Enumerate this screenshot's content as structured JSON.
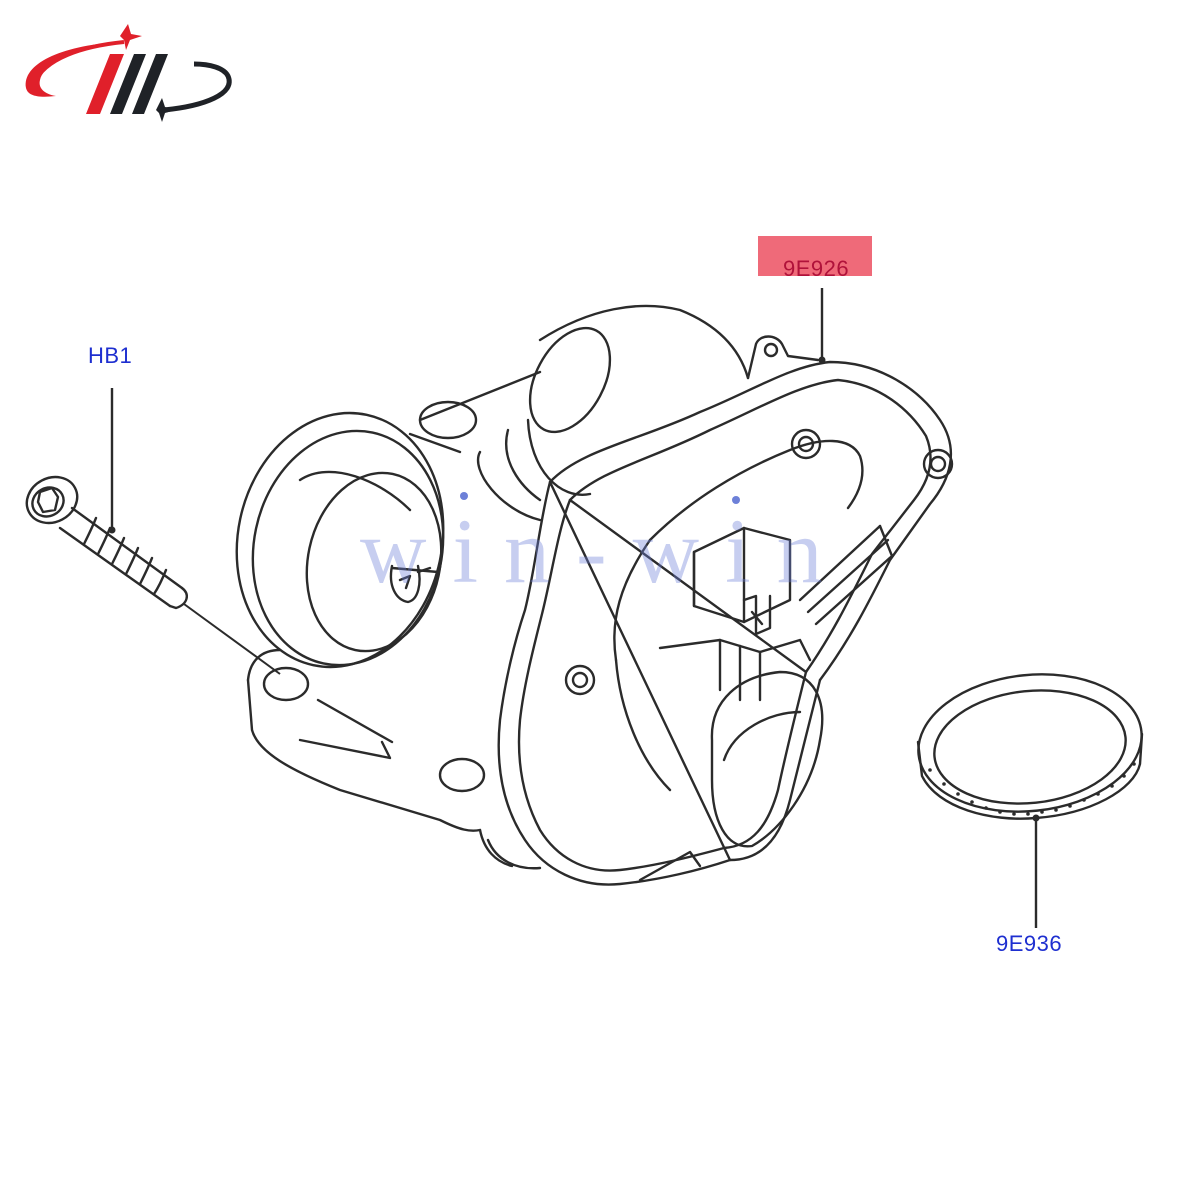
{
  "colors": {
    "brand_red": "#e0202a",
    "brand_dark": "#1f2227",
    "line": "#2b2b2b",
    "callout_text": "#1e2fd0",
    "highlight_fill": "#ef6a79",
    "highlight_text": "#b0123a",
    "watermark": "#6d80d8",
    "background": "#ffffff"
  },
  "logo": {
    "icon": "brand-logo-icon"
  },
  "callouts": {
    "hb1": "HB1",
    "part_9e926": "9E926",
    "part_9e936": "9E936"
  },
  "watermark": "win-win",
  "parts": {
    "bolt_icon": "torx-bolt-icon",
    "body_icon": "throttle-body-icon",
    "gasket_icon": "gasket-ring-icon"
  }
}
